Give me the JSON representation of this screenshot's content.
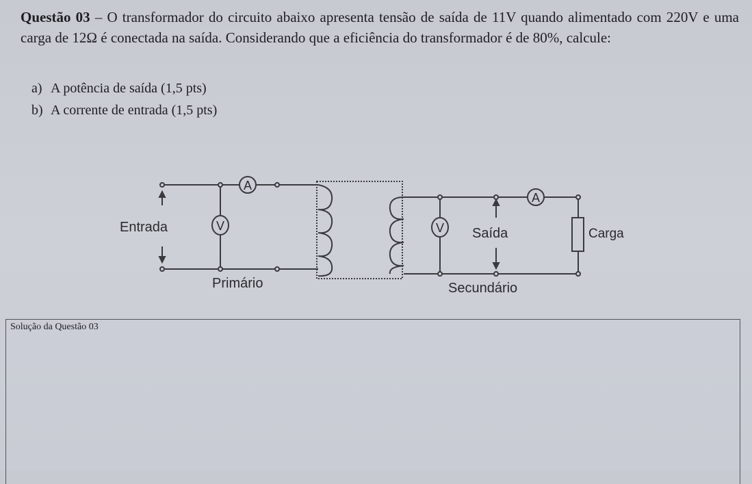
{
  "question": {
    "number_label": "Questão 03",
    "text": " – O transformador do circuito abaixo apresenta tensão de saída de 11V quando alimentado com 220V e uma carga de 12Ω é conectada na saída. Considerando que a eficiência do transformador é de 80%, calcule:",
    "items": [
      {
        "letter": "a)",
        "text": "A potência de saída (1,5 pts)"
      },
      {
        "letter": "b)",
        "text": "A corrente de entrada (1,5 pts)"
      }
    ]
  },
  "diagram": {
    "entrada": "Entrada",
    "primario": "Primário",
    "saida": "Saída",
    "secundario": "Secundário",
    "carga": "Carga",
    "ammeter": "A",
    "voltmeter": "V"
  },
  "solution": {
    "label": "Solução da Questão 03"
  }
}
